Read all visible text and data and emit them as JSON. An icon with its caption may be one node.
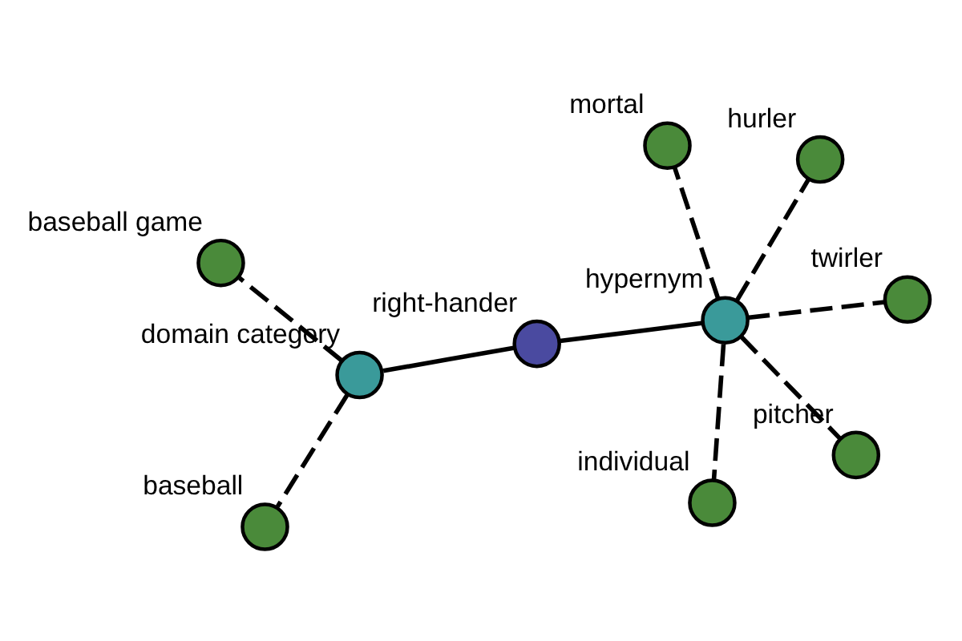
{
  "diagram": {
    "nodes": [
      {
        "text": [],
        "shape": "circle",
        "beside": [
          "baseball game"
        ]
      },
      {
        "text": [],
        "shape": "circle",
        "beside": [
          "baseball"
        ]
      },
      {
        "text": [],
        "shape": "circle",
        "beside": [
          "domain category"
        ]
      },
      {
        "text": [],
        "shape": "circle",
        "beside": [
          "mortal"
        ]
      },
      {
        "text": [],
        "shape": "circle",
        "beside": [
          "hurler"
        ]
      },
      {
        "text": [],
        "shape": "circle",
        "beside": [
          "right-hander"
        ]
      },
      {
        "text": [],
        "shape": "circle",
        "beside": [
          "individual"
        ]
      },
      {
        "text": [],
        "shape": "circle",
        "beside": [
          "hypernym"
        ]
      },
      {
        "text": [],
        "shape": "circle",
        "beside": [
          "pitcher"
        ]
      },
      {
        "text": [],
        "shape": "circle",
        "beside": [
          "twirler"
        ]
      }
    ],
    "edges": [
      {
        "from": 5,
        "to": 2,
        "arrow": "none"
      },
      {
        "from": 5,
        "to": 7,
        "arrow": "none"
      },
      {
        "from": 2,
        "to": 0,
        "arrow": "none",
        "style": "dashed"
      },
      {
        "from": 2,
        "to": 1,
        "arrow": "none",
        "style": "dashed"
      },
      {
        "from": 7,
        "to": 3,
        "arrow": "none",
        "style": "dashed"
      },
      {
        "from": 7,
        "to": 4,
        "arrow": "none",
        "style": "dashed"
      },
      {
        "from": 7,
        "to": 6,
        "arrow": "none",
        "style": "dashed"
      },
      {
        "from": 7,
        "to": 8,
        "arrow": "none",
        "style": "dashed"
      },
      {
        "from": 7,
        "to": 9,
        "arrow": "none",
        "style": "dashed"
      }
    ]
  }
}
